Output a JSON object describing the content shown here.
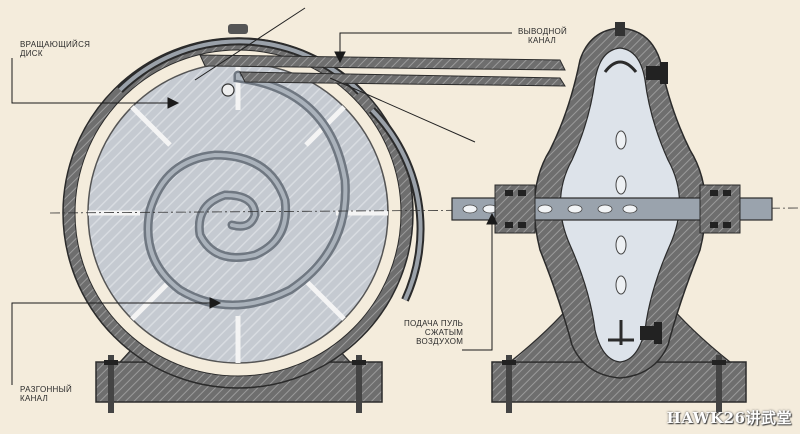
{
  "labels": {
    "rotating_disk": [
      "ВРАЩАЮЩИЙСЯ",
      "ДИСК"
    ],
    "outlet_channel": [
      "ВЫВОДНОЙ",
      "КАНАЛ"
    ],
    "bullet_feed": [
      "ПОДАЧА ПУЛЬ",
      "СЖАТЫМ",
      "ВОЗДУХОМ"
    ],
    "accel_channel": [
      "РАЗГОННЫЙ",
      "КАНАЛ"
    ]
  },
  "watermark": "HAWK26讲武堂",
  "colors": {
    "background": "#f4ecdc",
    "housing": "#8a8a8a",
    "housing_dark": "#3c3c3c",
    "disk": "#c8cdd3",
    "channel": "#7d8590",
    "cavity": "#d9dfe6",
    "accent_line": "#1a1a1a"
  }
}
